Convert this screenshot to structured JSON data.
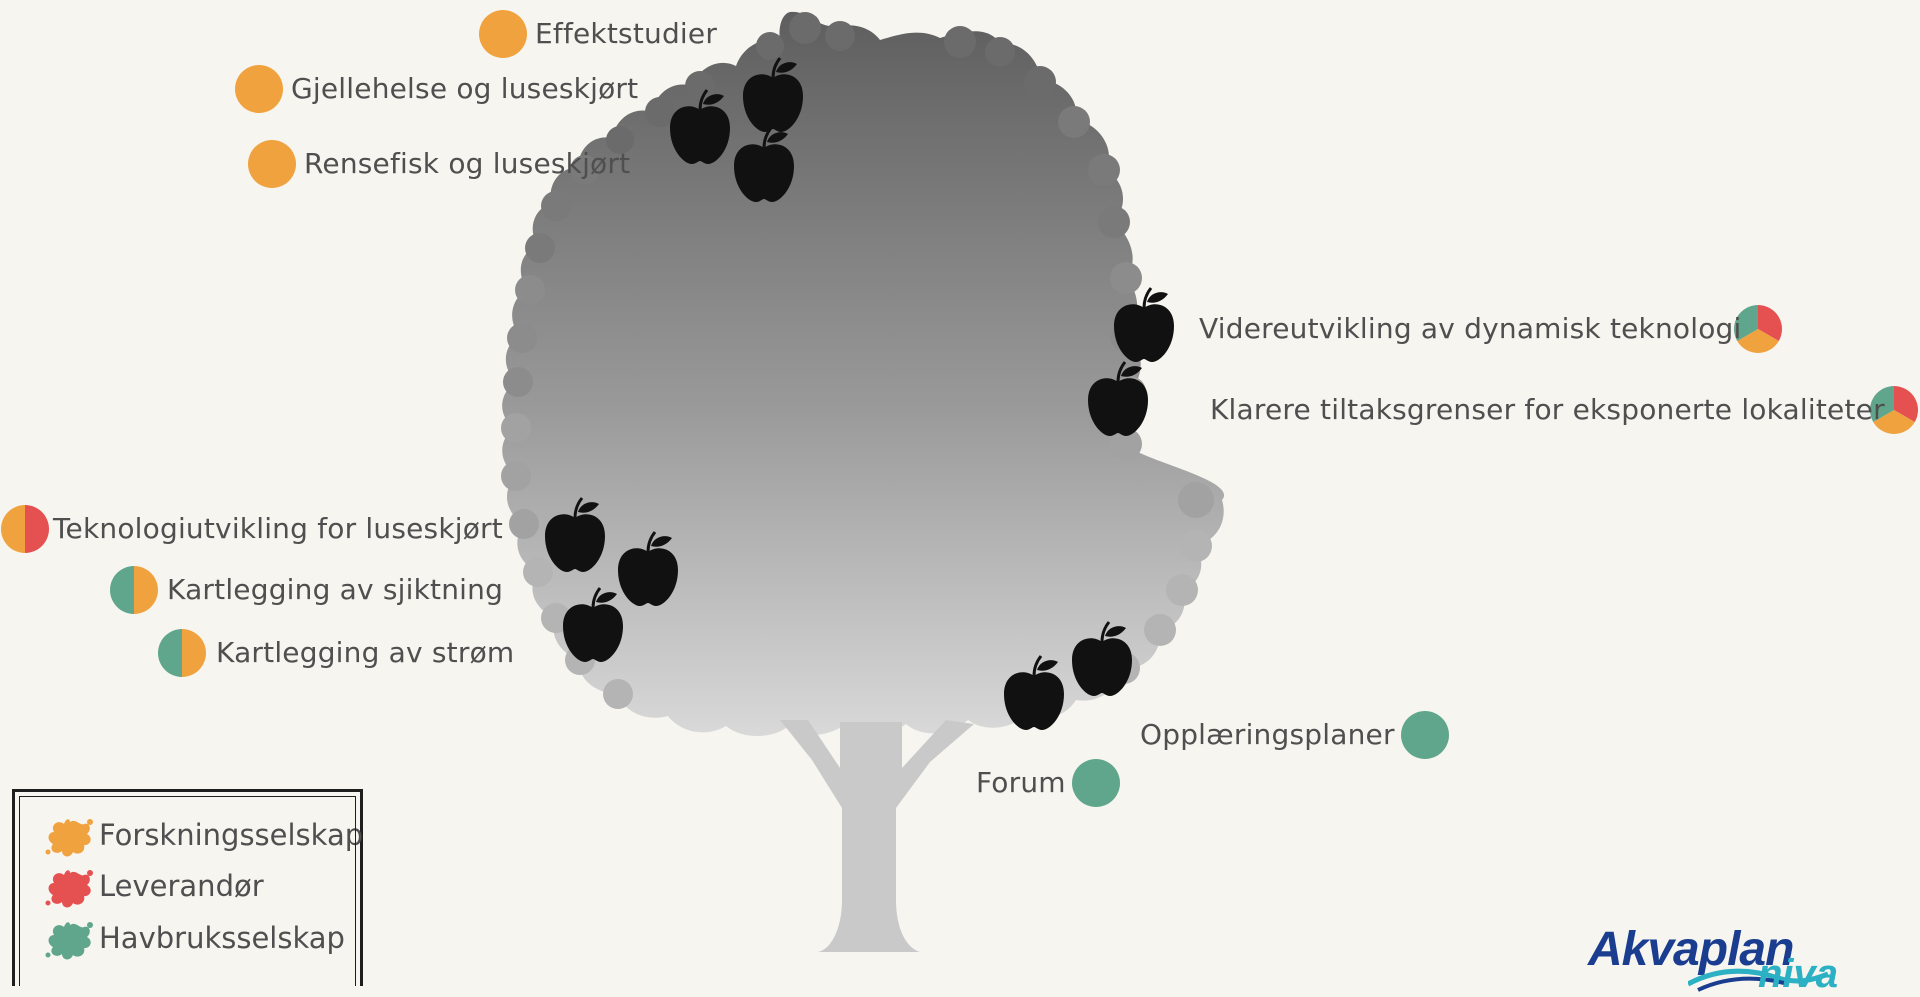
{
  "colors": {
    "forskning": "#f0a23e",
    "leverandor": "#e55050",
    "havbruk": "#5fa68c",
    "apple": "#111111"
  },
  "labels": [
    {
      "id": "effektstudier",
      "text": "Effektstudier",
      "category": "forskning"
    },
    {
      "id": "gjellehelse",
      "text": "Gjellehelse og luseskjørt",
      "category": "forskning"
    },
    {
      "id": "rensefisk",
      "text": "Rensefisk og luseskjørt",
      "category": "forskning"
    },
    {
      "id": "videreutvikling",
      "text": "Videreutvikling av dynamisk teknologi",
      "category": "havbruk+leverandor+forskning"
    },
    {
      "id": "klarere",
      "text": "Klarere tiltaksgrenser for eksponerte lokaliteter",
      "category": "havbruk+leverandor+forskning"
    },
    {
      "id": "teknologiutvikling",
      "text": "Teknologiutvikling for luseskjørt",
      "category": "forskning+leverandor"
    },
    {
      "id": "sjiktning",
      "text": "Kartlegging av sjiktning",
      "category": "havbruk+forskning"
    },
    {
      "id": "strom",
      "text": "Kartlegging av strøm",
      "category": "havbruk+forskning"
    },
    {
      "id": "opplaering",
      "text": "Opplæringsplaner",
      "category": "havbruk"
    },
    {
      "id": "forum",
      "text": "Forum",
      "category": "havbruk"
    }
  ],
  "legend": [
    {
      "label": "Forskningsselskap",
      "color": "#f0a23e"
    },
    {
      "label": "Leverandør",
      "color": "#e55050"
    },
    {
      "label": "Havbruksselskap",
      "color": "#5fa68c"
    }
  ],
  "logo": {
    "text": "Akvaplan",
    "sub": "niva"
  }
}
